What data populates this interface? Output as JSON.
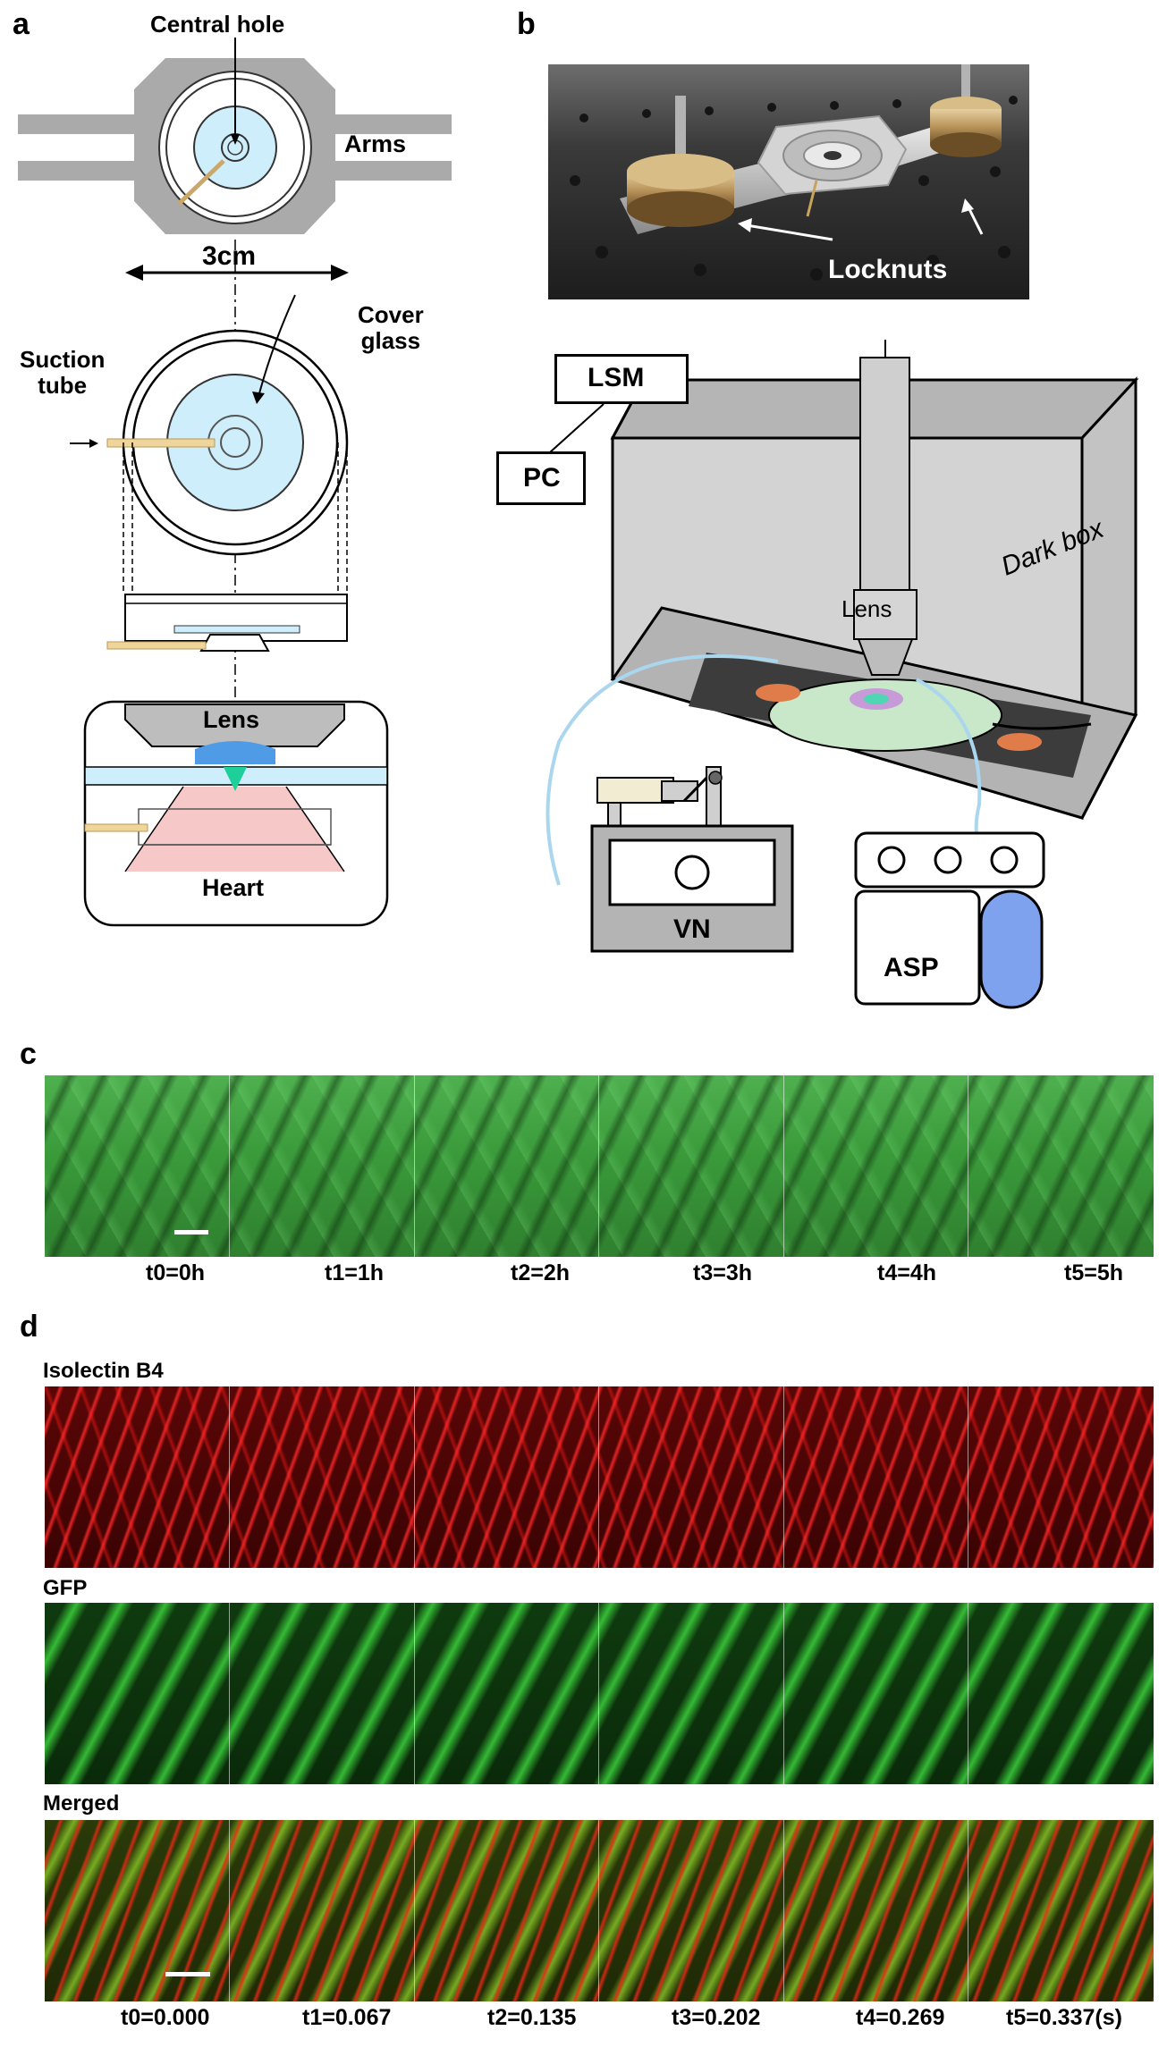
{
  "panel_a": {
    "letter": "a",
    "central_hole": "Central hole",
    "arms": "Arms",
    "width": "3cm",
    "cover_glass": "Cover\nglass",
    "suction_tube": "Suction\ntube",
    "lens": "Lens",
    "heart": "Heart"
  },
  "panel_b": {
    "letter": "b",
    "locknuts": "Locknuts",
    "lsm": "LSM",
    "pc": "PC",
    "lens": "Lens",
    "dark_box": "Dark box",
    "vn": "VN",
    "asp": "ASP"
  },
  "panel_c": {
    "letter": "c",
    "time_labels": [
      "t0=0h",
      "t1=1h",
      "t2=2h",
      "t3=3h",
      "t4=4h",
      "t5=5h"
    ]
  },
  "panel_d": {
    "letter": "d",
    "rows": [
      "Isolectin B4",
      "GFP",
      "Merged"
    ],
    "time_labels": [
      "t0=0.000",
      "t1=0.067",
      "t2=0.135",
      "t3=0.202",
      "t4=0.269",
      "t5=0.337(s)"
    ]
  },
  "colors": {
    "cover_glass": "#cdeefa",
    "lens_gray": "#bdbdbd",
    "heart_pink": "#f7c8c8",
    "asp_blue": "#7fa2ee",
    "green_tissue": "#3fb03f",
    "red_vessel": "#d01818"
  }
}
